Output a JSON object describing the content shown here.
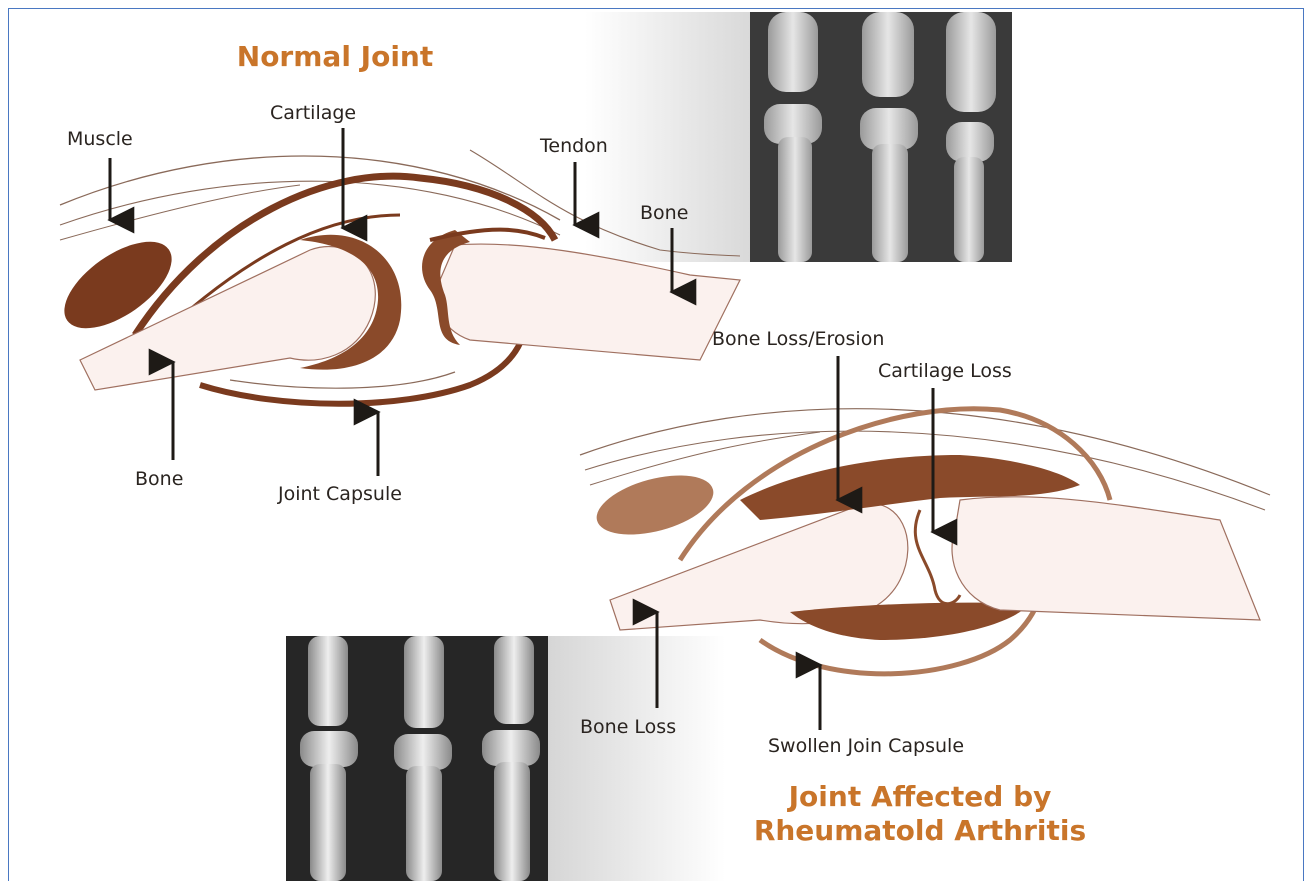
{
  "titles": {
    "normal": "Normal Joint",
    "ra_line1": "Joint Affected by",
    "ra_line2": "Rheumatold Arthritis"
  },
  "labels": {
    "muscle": "Muscle",
    "cartilage": "Cartilage",
    "tendon": "Tendon",
    "bone_top_right": "Bone",
    "bone_left": "Bone",
    "joint_capsule": "Joint Capsule",
    "bone_loss_erosion": "Bone Loss/Erosion",
    "cartilage_loss": "Cartilage Loss",
    "bone_loss": "Bone Loss",
    "swollen_capsule": "Swollen Join Capsule"
  },
  "colors": {
    "title": "#c9752a",
    "tissue": "#8a4a2a",
    "frame": "#4a78c2",
    "label": "#2a2420"
  },
  "images": {
    "xray_normal": "x-ray of normal finger joints",
    "xray_ra": "x-ray of hand with rheumatoid arthritis"
  }
}
